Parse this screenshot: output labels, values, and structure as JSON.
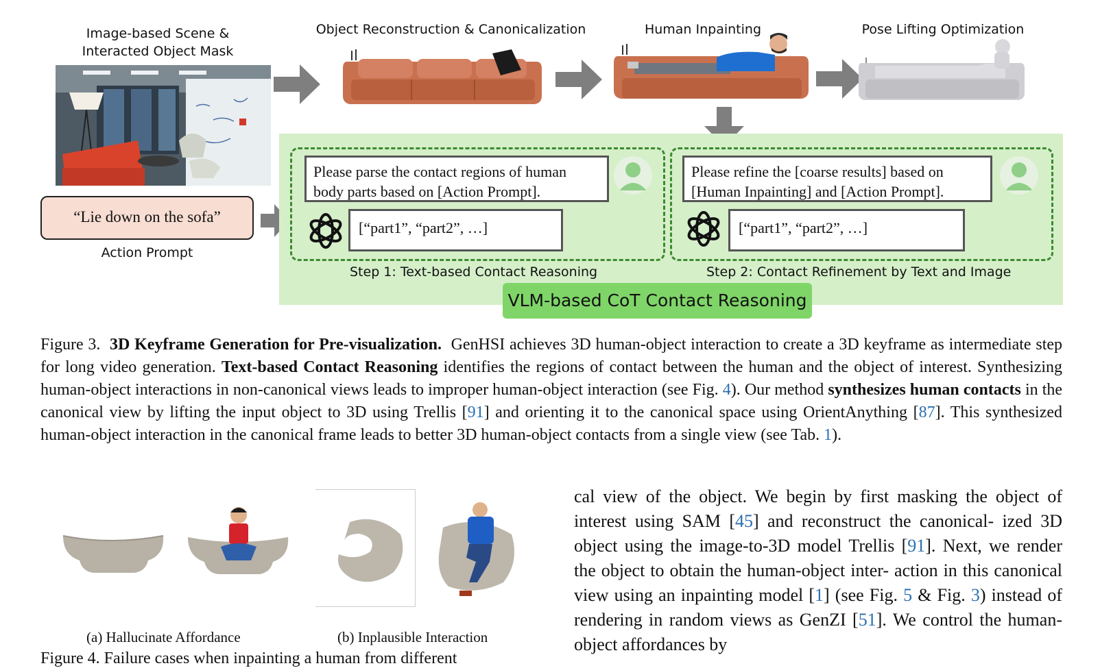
{
  "figure3": {
    "headers": {
      "scene_line1": "Image-based Scene &",
      "scene_line2": "Interacted Object Mask",
      "recon": "Object Reconstruction & Canonicalization",
      "inpaint": "Human Inpainting",
      "pose": "Pose Lifting Optimization"
    },
    "action_prompt": {
      "text": "“Lie down on the sofa”",
      "label": "Action Prompt"
    },
    "step1": {
      "query_line1": "Please parse the contact regions of human",
      "query_line2": "body parts based on [Action Prompt].",
      "response": "[“part1”, “part2”, …]",
      "label": "Step 1: Text-based Contact Reasoning"
    },
    "step2": {
      "query_line1": "Please refine the [coarse results] based on",
      "query_line2": "[Human Inpainting] and [Action Prompt].",
      "response": "[“part1”, “part2”, …]",
      "label": "Step 2: Contact Refinement by Text and Image"
    },
    "badge": "VLM-based CoT Contact Reasoning",
    "colors": {
      "panel": "#d5efc9",
      "badge": "#7fd568",
      "dash": "#3b8a2f",
      "action_fill": "#f8ddd2",
      "sofa": "#c9714f",
      "shirt": "#1f6fd1"
    },
    "icons": [
      "user-avatar-icon",
      "openai-logo-icon",
      "arrow-right-icon",
      "arrow-down-icon"
    ]
  },
  "caption3": {
    "prefix": "Figure 3.",
    "title": "3D Keyframe Generation for Pre-visualization.",
    "t1": "GenHSI achieves 3D human-object interaction to create a 3D keyframe as intermediate step for long video generation.",
    "b2": "Text-based Contact Reasoning",
    "t2": "identifies the regions of contact between the human and the object of interest. Synthesizing human-object interactions in non-canonical views leads to improper human-object interaction (see Fig.",
    "r1": "4",
    "t3": "). Our method",
    "b3": "synthesizes human contacts",
    "t4": "in the canonical view by lifting the input object to 3D using Trellis [",
    "r2": "91",
    "t5": "] and orienting it to the canonical space using OrientAnything [",
    "r3": "87",
    "t6": "]. This synthesized human-object interaction in the canonical frame leads to better 3D human-object contacts from a single view (see Tab.",
    "r4": "1",
    "t7": ")."
  },
  "figure4": {
    "sub_a": "(a) Hallucinate Affordance",
    "sub_b": "(b) Inplausible Interaction",
    "caption_start": "Figure 4.  Failure cases when inpainting a human from different"
  },
  "body": {
    "p1": "cal view of the object. We begin by first masking the object of interest using SAM [",
    "r1": "45",
    "p2": "] and reconstruct the canonical- ized 3D object using the image-to-3D model Trellis [",
    "r2": "91",
    "p3": "]. Next, we render the object to obtain the human-object inter- action in this canonical view using an inpainting model [",
    "r3": "1",
    "p4": "] (see  Fig.",
    "r4": "5",
    "p5": "&  Fig.",
    "r5": "3",
    "p6": ") instead of rendering in random views as GenZI [",
    "r6": "51",
    "p7": "]. We control the human-object affordances by"
  }
}
